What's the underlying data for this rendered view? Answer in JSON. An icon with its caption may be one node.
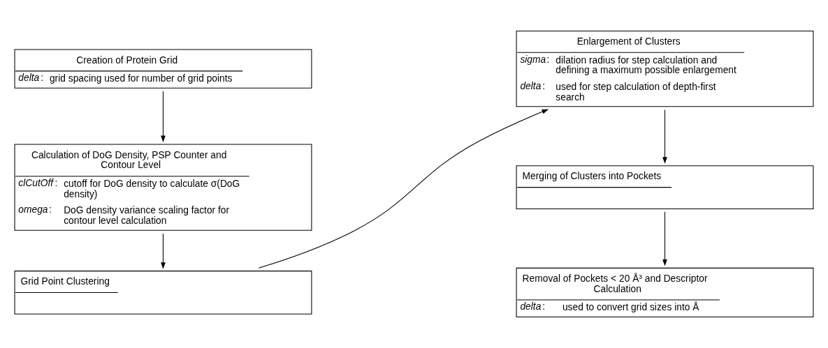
{
  "diagram": {
    "nodes": [
      {
        "text": [
          "Creation of Protein Grid",
          "*delta*:",
          "grid spacing used for number of grid points"
        ]
      },
      {
        "text": [
          "Calculation of DoG Density, PSP Counter and Contour Level",
          "*clCutOff*:",
          "cutoff for DoG density to calculate σ(DoG density)",
          "*omega*:",
          "DoG density variance scaling factor for contour level calculation"
        ]
      },
      {
        "text": [
          "Grid Point Clustering"
        ]
      },
      {
        "text": [
          "Enlargement of Clusters",
          "*sigma*:",
          "dilation radius for step calculation and defining a maximum possible enlargement",
          "*delta*:",
          "used for step calculation of depth-first search"
        ]
      },
      {
        "text": [
          "Merging of Clusters into Pockets"
        ]
      },
      {
        "text": [
          "Removal of Pockets < 20 Å³ and Descriptor Calculation",
          "*delta*:",
          "used to convert grid sizes into Å"
        ]
      }
    ],
    "edges": [
      {
        "from": 0,
        "to": 1,
        "arrow": "to"
      },
      {
        "from": 1,
        "to": 2,
        "arrow": "to"
      },
      {
        "from": 2,
        "to": 3,
        "arrow": "to"
      },
      {
        "from": 3,
        "to": 4,
        "arrow": "to"
      },
      {
        "from": 4,
        "to": 5,
        "arrow": "to"
      }
    ]
  }
}
